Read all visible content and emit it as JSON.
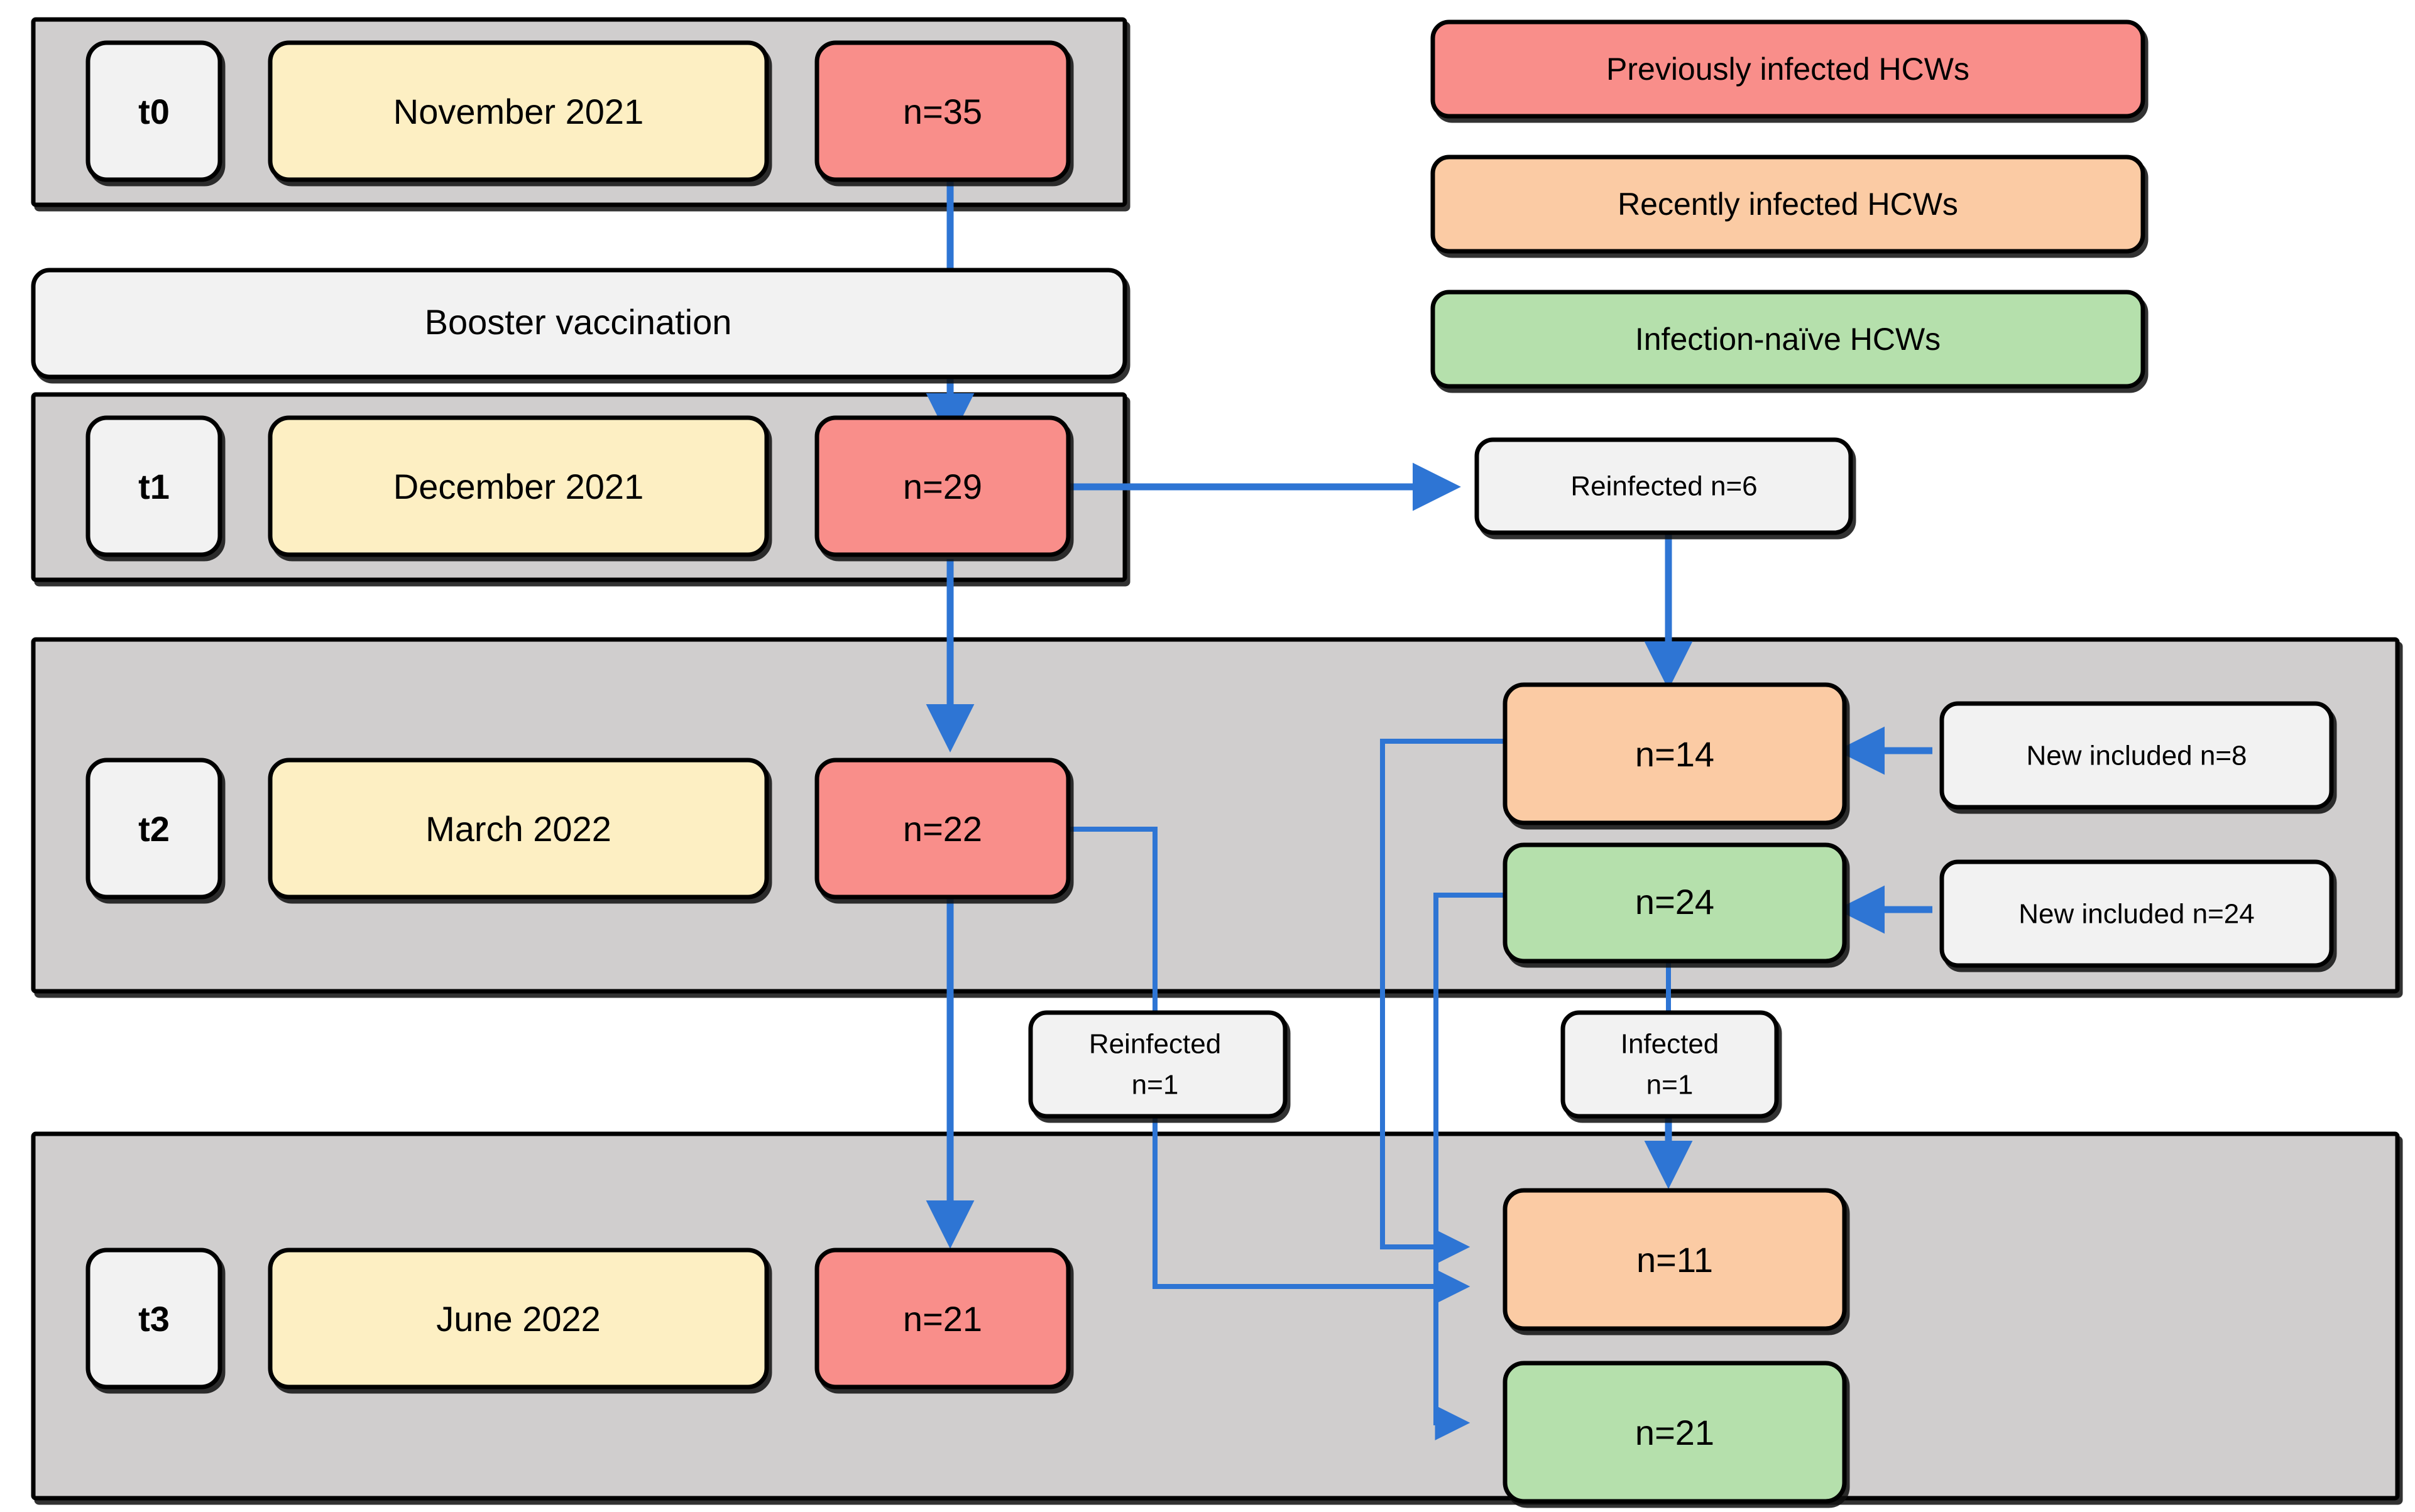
{
  "diagram": {
    "title_present": false,
    "colors": {
      "previously_infected": "#F98E8A",
      "recently_infected": "#FBCBA4",
      "infection_naive": "#B5E0AC",
      "timepoint_box": "#F2F2F2",
      "date_box": "#FDEFC3",
      "band": "#D0CECE",
      "connector": "#2E75D4",
      "outline": "#000000"
    }
  },
  "legend": {
    "items": [
      {
        "label": "Previously infected HCWs",
        "color_key": "previously_infected"
      },
      {
        "label": "Recently infected HCWs",
        "color_key": "recently_infected"
      },
      {
        "label": "Infection-naïve HCWs",
        "color_key": "infection_naive"
      }
    ]
  },
  "timepoints": [
    {
      "id": "t0",
      "label": "t0",
      "date": "November 2021",
      "count": "n=35"
    },
    {
      "id": "t1",
      "label": "t1",
      "date": "December 2021",
      "count": "n=29"
    },
    {
      "id": "t2",
      "label": "t2",
      "date": "March 2022",
      "count": "n=22"
    },
    {
      "id": "t3",
      "label": "t3",
      "date": "June 2022",
      "count": "n=21"
    }
  ],
  "intervention": {
    "label": "Booster vaccination"
  },
  "events": {
    "reinfected_t1": "Reinfected n=6",
    "reinfected_t2": "Reinfected\nn=1",
    "reinfected_t2_line1": "Reinfected",
    "reinfected_t2_line2": "n=1",
    "infected_t2_line1": "Infected",
    "infected_t2_line2": "n=1",
    "new_included_recent": "New included n=8",
    "new_included_naive": "New included n=24"
  },
  "cohorts": {
    "t2_recently_infected": "n=14",
    "t2_infection_naive": "n=24",
    "t3_recently_infected": "n=11",
    "t3_infection_naive": "n=21"
  },
  "chart_data": {
    "type": "diagram",
    "title": "HCW cohort flow across study timepoints",
    "nodes": [
      {
        "id": "t0_prev",
        "timepoint": "t0",
        "group": "Previously infected HCWs",
        "value": 35,
        "date": "November 2021"
      },
      {
        "id": "t1_prev",
        "timepoint": "t1",
        "group": "Previously infected HCWs",
        "value": 29,
        "date": "December 2021"
      },
      {
        "id": "t2_prev",
        "timepoint": "t2",
        "group": "Previously infected HCWs",
        "value": 22,
        "date": "March 2022"
      },
      {
        "id": "t3_prev",
        "timepoint": "t3",
        "group": "Previously infected HCWs",
        "value": 21,
        "date": "June 2022"
      },
      {
        "id": "t2_recent",
        "timepoint": "t2",
        "group": "Recently infected HCWs",
        "value": 14,
        "date": "March 2022"
      },
      {
        "id": "t2_naive",
        "timepoint": "t2",
        "group": "Infection-naïve HCWs",
        "value": 24,
        "date": "March 2022"
      },
      {
        "id": "t3_recent",
        "timepoint": "t3",
        "group": "Recently infected HCWs",
        "value": 11,
        "date": "June 2022"
      },
      {
        "id": "t3_naive",
        "timepoint": "t3",
        "group": "Infection-naïve HCWs",
        "value": 21,
        "date": "June 2022"
      }
    ],
    "transitions": [
      {
        "from": "t0_prev",
        "to": "t1_prev",
        "label": "Booster vaccination"
      },
      {
        "from": "t1_prev",
        "to": "reinfected_n6",
        "label": "Reinfected n=6",
        "value": 6
      },
      {
        "from": "reinfected_n6",
        "to": "t2_recent"
      },
      {
        "from": "new_included_n8",
        "to": "t2_recent",
        "label": "New included n=8",
        "value": 8
      },
      {
        "from": "new_included_n24",
        "to": "t2_naive",
        "label": "New included n=24",
        "value": 24
      },
      {
        "from": "t1_prev",
        "to": "t2_prev"
      },
      {
        "from": "t2_prev",
        "to": "t3_prev"
      },
      {
        "from": "t2_prev",
        "to": "t3_recent",
        "label": "Reinfected n=1",
        "value": 1
      },
      {
        "from": "t2_naive",
        "to": "t3_recent",
        "label": "Infected n=1",
        "value": 1
      },
      {
        "from": "t2_recent",
        "to": "t3_recent"
      },
      {
        "from": "t2_naive",
        "to": "t3_naive"
      }
    ]
  }
}
